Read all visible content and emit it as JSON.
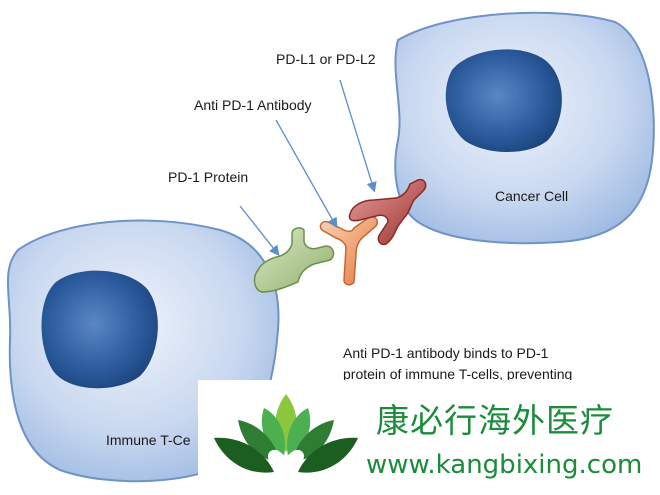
{
  "labels": {
    "pdl": "PD-L1 or PD-L2",
    "antibody": "Anti PD-1 Antibody",
    "pd1": "PD-1 Protein",
    "cancer": "Cancer Cell",
    "tcell": "Immune T-Ce"
  },
  "caption": {
    "line1": "Anti PD-1 antibody binds to PD-1",
    "line2": "protein of immune T-cells, preventing"
  },
  "watermark": {
    "title": "康必行海外医疗",
    "url": "www.kangbixing.com"
  },
  "colors": {
    "cell_fill": "#a9c3e8",
    "nucleus": "#1f4f8a",
    "pd1_protein": "#a8c48a",
    "antibody": "#f2a070",
    "ligand": "#c0504d",
    "arrow": "#5b8fc7",
    "brand_green": "#1b8c3a"
  }
}
